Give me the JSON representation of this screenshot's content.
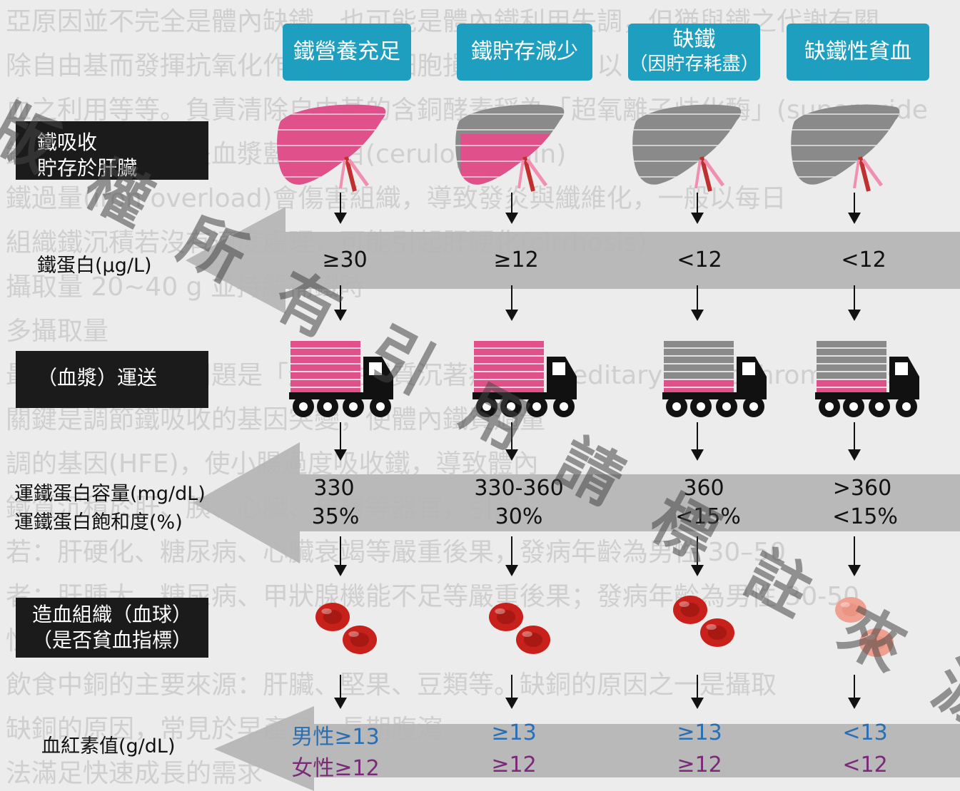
{
  "background_text": [
    "亞原因並不完全是體內缺鐵，也可能是體內鐵利用失調，但猶與鐵之代謝有關",
    "除自由基而發揮抗氧化作用並減少細胞損傷的機轉，以",
    "血之利用等等。負責清除自由基的含銅酵素稱為「超氧離子歧化酶」(superoxide",
    "鐵蛋白質利用，是血漿藍銅蛋白(ceruloplasmin)",
    "鐵過量(iron overload)會傷害組織，導致發炎與纖維化，一般以每日",
    "組織鐵沉積若沒有適度處理，可能引起肝硬化(cirrhosis)",
    "攝取量 20~40 g 並持續補鐵時",
    "多攝取量",
    "最常見的鐵過量問題是「遺傳性鐵質沉著症」(hereditary hemochromatosis)，",
    "關鍵是調節鐵吸收的基因突變，使體內鐵質過量",
    "調的基因(HFE)，使小腸過度吸收鐵，導致體內",
    "鐵質沉積於肝、胰、心臟、皮膚等器官，引起",
    "若：肝硬化、糖尿病、心臟衰竭等嚴重後果，發病年齡為男性 30–50",
    "者：肝腫大、糖尿病、甲狀腺機能不足等嚴重後果；發病年齡為男性 30-50",
    "性則較晚。",
    "飲食中銅的主要來源：肝臟、堅果、豆類等。缺銅的原因之一是攝取",
    "缺銅的原因，常見於早產兒、長期腹瀉",
    "法滿足快速成長的需求"
  ],
  "headers": [
    {
      "line1": "鐵營養充足",
      "line2": ""
    },
    {
      "line1": "鐵貯存減少",
      "line2": ""
    },
    {
      "line1": "缺鐵",
      "line2": "（因貯存耗盡）"
    },
    {
      "line1": "缺鐵性貧血",
      "line2": ""
    }
  ],
  "labels": {
    "absorption": {
      "line1": "鐵吸收",
      "line2": "貯存於肝臟"
    },
    "transport": {
      "line1": "（血漿）運送"
    },
    "hematopoiesis": {
      "line1": "造血組織（血球）",
      "line2": "（是否貧血指標）"
    }
  },
  "rows": {
    "ferritin": {
      "label": "鐵蛋白(μg/L)",
      "values": [
        "≥30",
        "≥12",
        "<12",
        "<12"
      ]
    },
    "transferrin_capacity": {
      "label": "運鐵蛋白容量(mg/dL)",
      "values": [
        "330",
        "330-360",
        "360",
        ">360"
      ]
    },
    "transferrin_saturation": {
      "label": "運鐵蛋白飽和度(%)",
      "values": [
        "35%",
        "30%",
        "<15%",
        "<15%"
      ]
    },
    "hemoglobin": {
      "label": "血紅素值(g/dL)",
      "male": [
        "男性≥13",
        "≥13",
        "≥13",
        "<13"
      ],
      "female": [
        "女性≥12",
        "≥12",
        "≥12",
        "<12"
      ]
    }
  },
  "levels": {
    "liver_iron_fill": [
      1.0,
      0.45,
      0.0,
      0.0
    ],
    "truck_load_fill": [
      1.0,
      1.0,
      0.25,
      0.25
    ],
    "rbc_color": [
      "#c8201a",
      "#c8201a",
      "#c8201a",
      "#f0a090"
    ]
  },
  "watermark": "版權所有引用請標註來源",
  "colors": {
    "header_bg": "#1f9fc0",
    "iron_pink": "#e0508a",
    "depleted_gray": "#8a8a8a",
    "label_bg": "#1b1b1b",
    "band_gray": "#b4b4b4",
    "male_blue": "#2b6fb3",
    "female_purple": "#7a2a78"
  }
}
